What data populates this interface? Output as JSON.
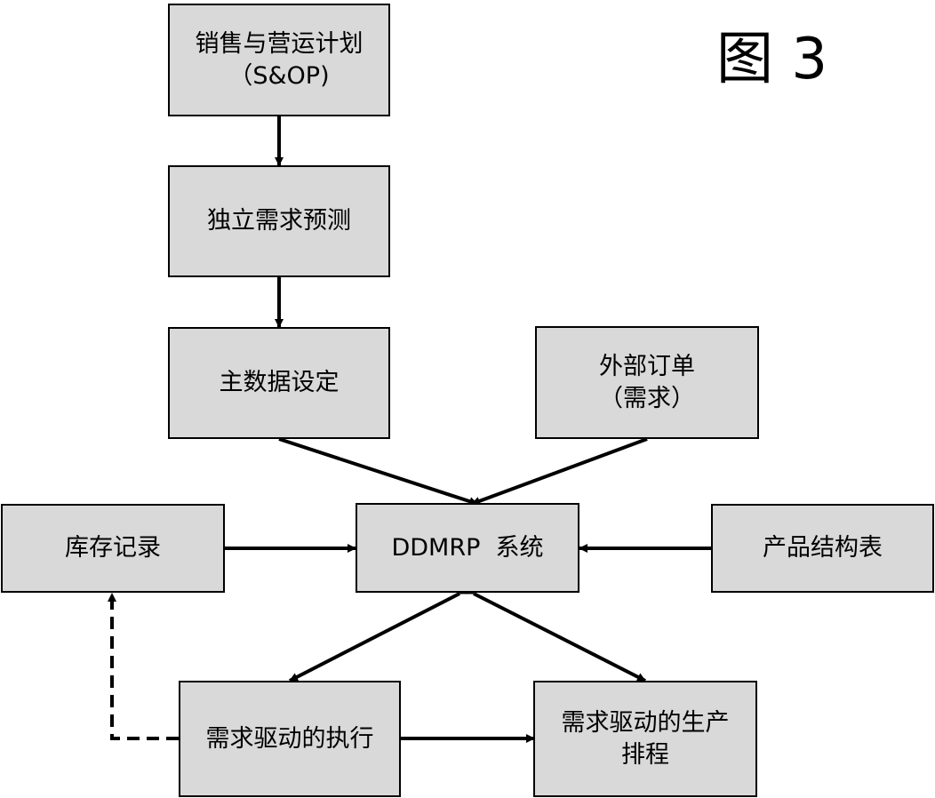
{
  "figure_label": "图 3",
  "colors": {
    "box_fill": "#d9d9d9",
    "line": "#000000"
  },
  "boxes": {
    "sop": {
      "line1": "销售与营运计划",
      "line2": "（S&OP)"
    },
    "forecast": {
      "line1": "独立需求预测"
    },
    "master_data": {
      "line1": "主数据设定"
    },
    "external_orders": {
      "line1": "外部订单",
      "line2": "（需求）"
    },
    "inventory": {
      "line1": "库存记录"
    },
    "ddmrp": {
      "line1": "DDMRP  系统"
    },
    "bom": {
      "line1": "产品结构表"
    },
    "execution": {
      "line1": "需求驱动的执行"
    },
    "scheduling": {
      "line1": "需求驱动的生产",
      "line2": "排程"
    }
  }
}
